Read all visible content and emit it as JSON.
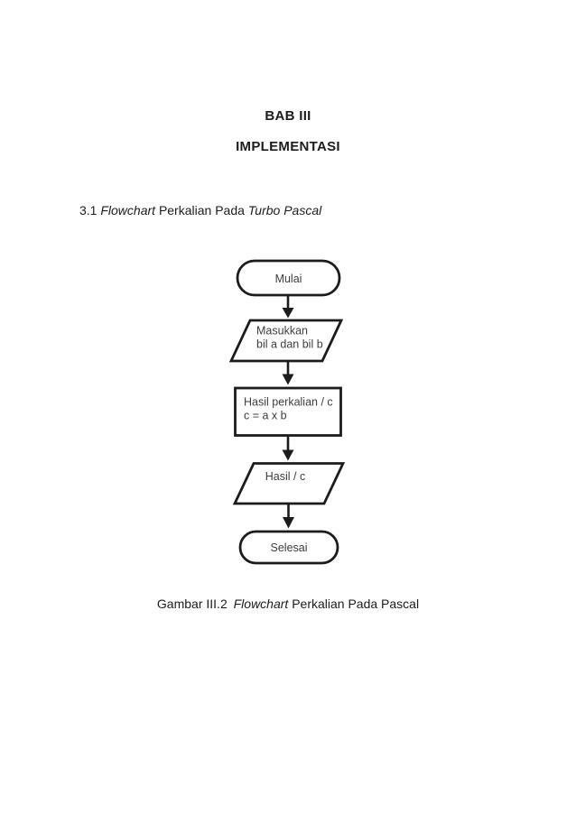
{
  "page": {
    "title_line1": "BAB III",
    "title_line2": "IMPLEMENTASI"
  },
  "section": {
    "number": "3.1",
    "flowchart_word": "Flowchart",
    "middle": "Perkalian Pada",
    "turbo_pascal": "Turbo Pascal"
  },
  "flowchart": {
    "start_label": "Mulai",
    "input_line1": "Masukkan",
    "input_line2": "bil a dan bil b",
    "process_line1": "Hasil perkalian / c",
    "process_line2": "c = a x b",
    "output_label": "Hasil / c",
    "end_label": "Selesai"
  },
  "caption": {
    "prefix": "Gambar III.2",
    "flowchart_word": "Flowchart",
    "suffix": "Perkalian Pada Pascal"
  },
  "colors": {
    "background": "#ffffff",
    "text": "#1c1c1c",
    "shape_border": "#1c1c1c",
    "shape_text": "#3d3d3d"
  }
}
